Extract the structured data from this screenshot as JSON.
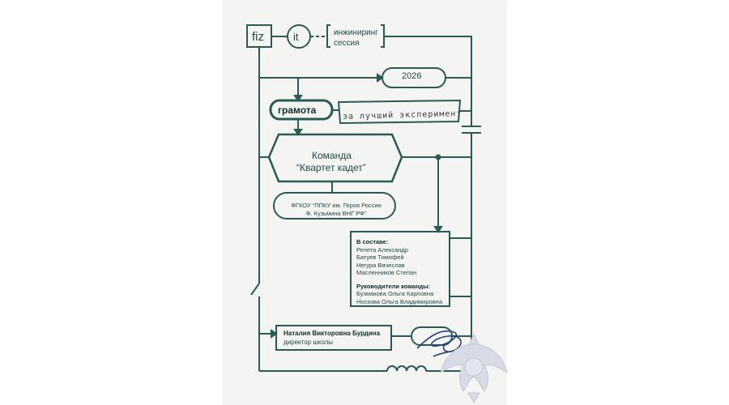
{
  "header": {
    "logo_fiz": "fiz",
    "logo_it": "it",
    "session_line1": "инжиниринг",
    "session_line2": "сессия"
  },
  "year": "2026",
  "award": {
    "title": "грамота",
    "handwritten": "за лучший эксперимент"
  },
  "team": {
    "line1": "Команда",
    "line2": "“Квартет кадет”"
  },
  "school": {
    "line1": "ФГКОУ “ППКУ им. Героя России",
    "line2": "Ф. Кузьмина ВНГ РФ”"
  },
  "members": {
    "heading": "В составе:",
    "names": [
      "Репета Александр",
      "Батуев Тимофей",
      "Негура Вячеслав",
      "Масленников Степан"
    ],
    "leaders_heading": "Руководители команды:",
    "leaders": [
      "Бузмакова Ольга Карловна",
      "Носкова Ольга Владимировна"
    ]
  },
  "director": {
    "name": "Наталия Викторовна Бурдина",
    "role": "директор школы"
  },
  "colors": {
    "line": "#2a5b53",
    "paper": "#f4f5f2",
    "emblem": "#d7dbe6"
  }
}
